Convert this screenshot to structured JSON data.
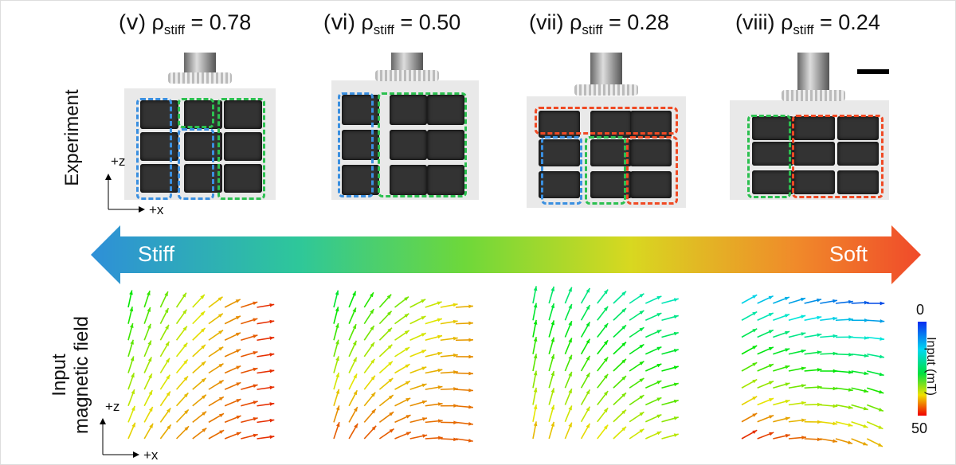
{
  "panels": [
    {
      "numeral": "(ⅴ)",
      "rho_symbol": "ρ",
      "rho_sub": "stiff",
      "value": "= 0.78"
    },
    {
      "numeral": "(ⅵ)",
      "rho_symbol": "ρ",
      "rho_sub": "stiff",
      "value": "= 0.50"
    },
    {
      "numeral": "(vii)",
      "rho_symbol": "ρ",
      "rho_sub": "stiff",
      "value": "= 0.28"
    },
    {
      "numeral": "(viii)",
      "rho_symbol": "ρ",
      "rho_sub": "stiff",
      "value": "= 0.24"
    }
  ],
  "row_labels": {
    "experiment": "Experiment",
    "input_line1": "Input",
    "input_line2": "magnetic field"
  },
  "axes": {
    "z": "+z",
    "x": "+x"
  },
  "band": {
    "left": "Stiff",
    "right": "Soft",
    "colors": [
      "#2e8fd8",
      "#2ec79a",
      "#6ed83a",
      "#d8d820",
      "#f08a2a",
      "#f04a2a"
    ]
  },
  "colorbar": {
    "title": "Input (mT)",
    "min_label": "0",
    "max_label": "50",
    "colors": [
      "#0a2cf0",
      "#00d8f0",
      "#00e040",
      "#f0e000",
      "#f00000"
    ]
  },
  "dash_colors": {
    "blue": "#3a8fe0",
    "green": "#2cc050",
    "red": "#f04a24"
  }
}
